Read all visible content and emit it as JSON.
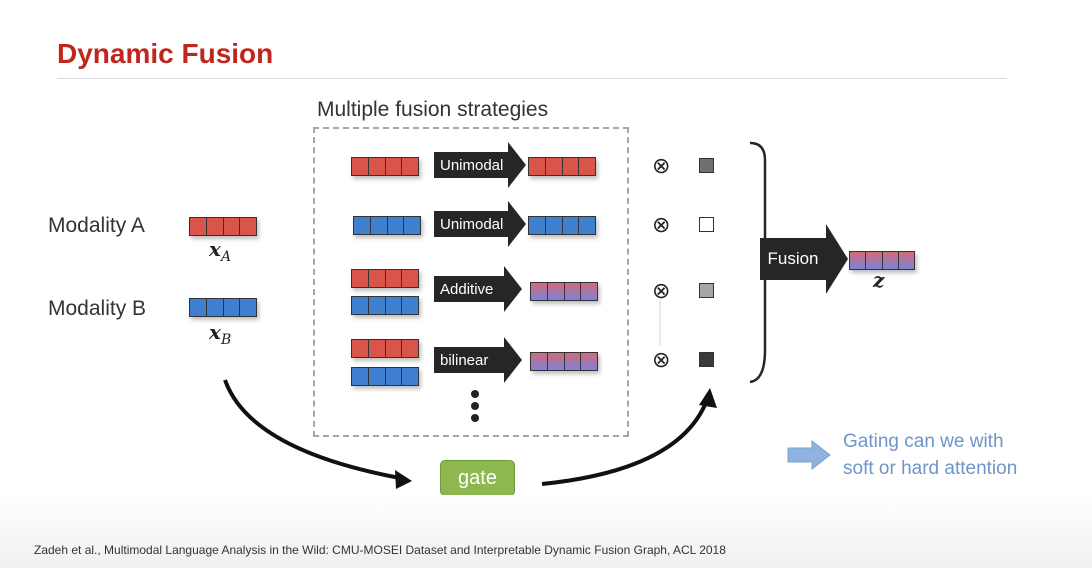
{
  "title": "Dynamic Fusion",
  "strategies_label": "Multiple fusion strategies",
  "modalities": [
    {
      "label": "Modality A",
      "var": "x",
      "sub": "A",
      "color": "#d9544a"
    },
    {
      "label": "Modality B",
      "var": "x",
      "sub": "B",
      "color": "#3f7fcf"
    }
  ],
  "strategies": [
    {
      "name": "Unimodal",
      "gate_shade": "#707070"
    },
    {
      "name": "Unimodal",
      "gate_shade": "#ffffff"
    },
    {
      "name": "Additive",
      "gate_shade": "#a6a6a6"
    },
    {
      "name": "bilinear",
      "gate_shade": "#3a3a3a"
    }
  ],
  "otimes_symbol": "⊗",
  "fusion_label": "Fusion",
  "output_var": "z",
  "gate_label": "gate",
  "note": [
    "Gating can we with",
    "soft or hard attention"
  ],
  "citations": [
    "Zadeh et al., Multimodal Language Analysis in the Wild: CMU-MOSEI Dataset and Interpretable Dynamic Fusion Graph, ACL 2018",
    ""
  ],
  "colors": {
    "title": "#c0261b",
    "gate": "#8db84f",
    "note": "#6f94c8"
  }
}
